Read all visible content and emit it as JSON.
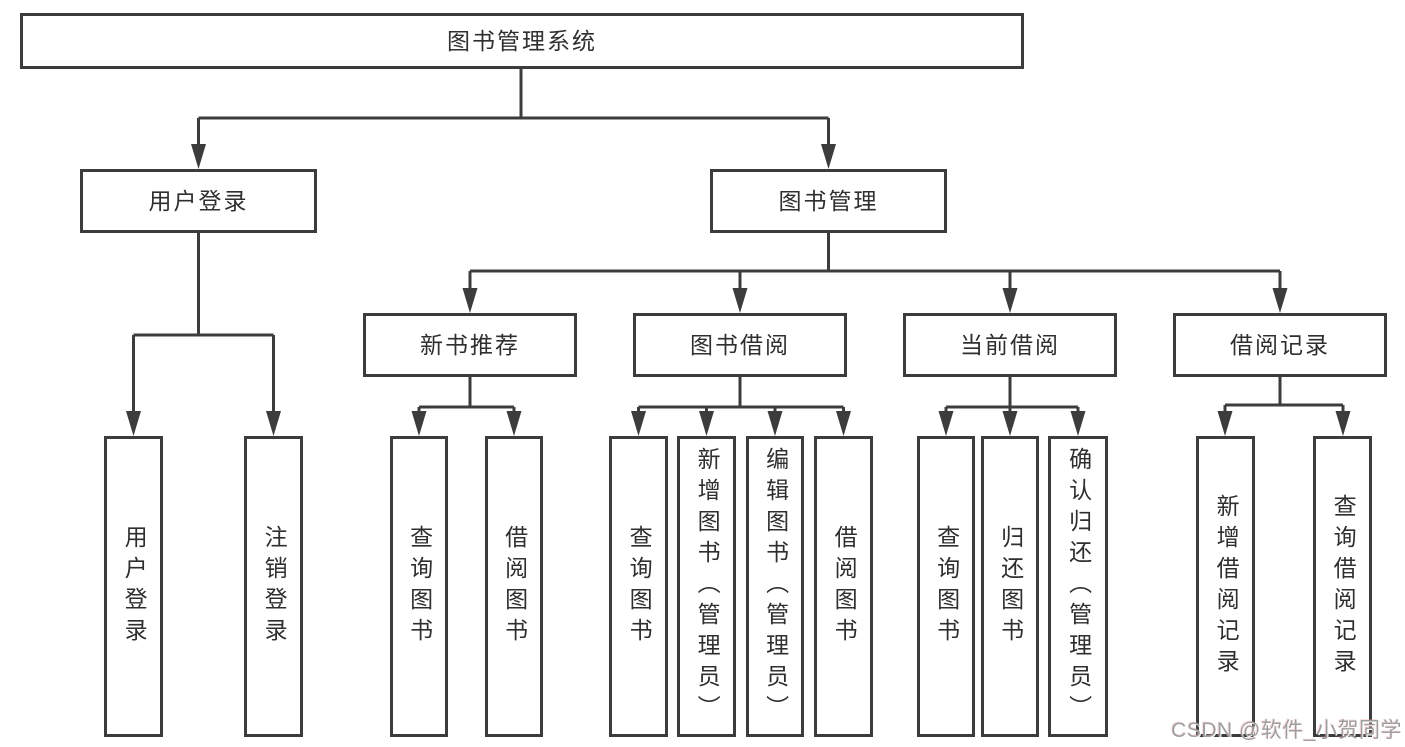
{
  "diagram": {
    "type": "hierarchy-tree",
    "colors": {
      "background": "#ffffff",
      "line": "#3c3c3c",
      "box_border": "#3c3c3c",
      "text": "#2f2f2f",
      "watermark": "#9e9e9e"
    },
    "nodes": {
      "root": "图书管理系统",
      "userLogin": "用户登录",
      "bookManagement": "图书管理",
      "newBookRec": "新书推荐",
      "bookBorrow": "图书借阅",
      "currentBorrow": "当前借阅",
      "borrowRecords": "借阅记录",
      "userLoginChildren": {
        "login": "用户登录",
        "logout": "注销登录"
      },
      "newBookRecChildren": {
        "query": "查询图书",
        "borrow": "借阅图书"
      },
      "bookBorrowChildren": {
        "query": "查询图书",
        "add": "新增图书（管理员）",
        "edit": "编辑图书（管理员）",
        "borrow": "借阅图书"
      },
      "currentBorrowChildren": {
        "query": "查询图书",
        "return": "归还图书",
        "confirm": "确认归还（管理员）"
      },
      "borrowRecordsChildren": {
        "add": "新增借阅记录",
        "query": "查询借阅记录"
      }
    },
    "watermark": "CSDN @软件_小贺同学"
  }
}
